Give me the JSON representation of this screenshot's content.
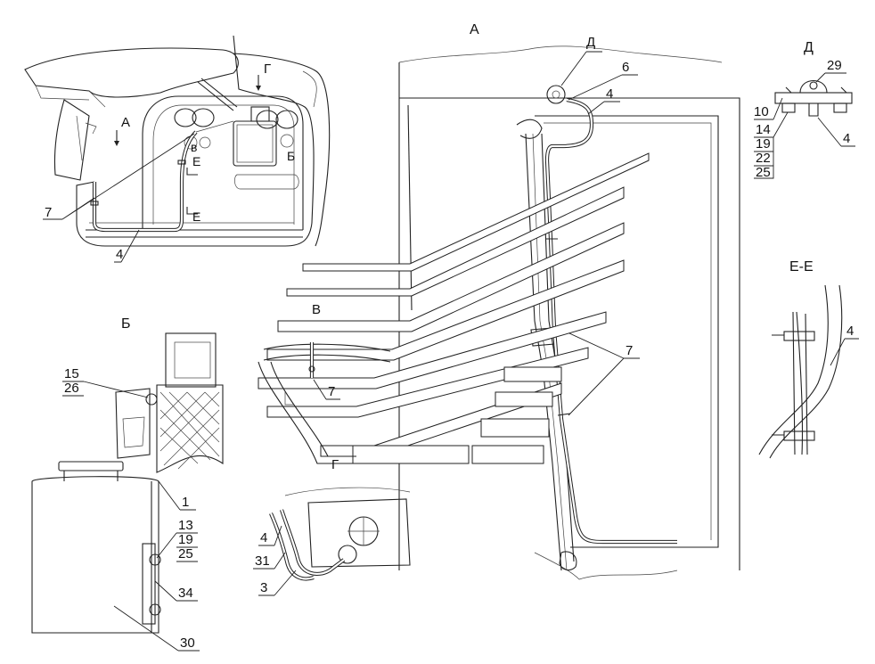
{
  "views": {
    "a_title": "А",
    "b_title": "Б",
    "d_title": "Д",
    "ee_title": "Е-Е"
  },
  "main_view": {
    "arrow_a": "А",
    "arrow_g": "Г",
    "mark_b": "Б",
    "mark_v": "в",
    "section_e_top": "Е",
    "section_e_bottom": "Е",
    "callout_7": "7",
    "callout_4": "4"
  },
  "view_a": {
    "callout_6": "6",
    "callout_4": "4",
    "callout_7": "7",
    "detail_d": "Д"
  },
  "view_d": {
    "callout_29": "29",
    "callout_10": "10",
    "callout_4": "4",
    "stack": [
      "14",
      "19",
      "22",
      "25"
    ]
  },
  "view_ee": {
    "callout_4": "4"
  },
  "view_b": {
    "stack_15_26": [
      "15",
      "26"
    ],
    "callout_1": "1",
    "stack_13_19_25": [
      "13",
      "19",
      "25"
    ],
    "callout_34": "34",
    "callout_30": "30"
  },
  "view_v": {
    "title": "В",
    "callout_7": "7",
    "arrow_g": "Г"
  },
  "view_g": {
    "callout_4": "4",
    "callout_31": "31",
    "callout_3": "3"
  }
}
